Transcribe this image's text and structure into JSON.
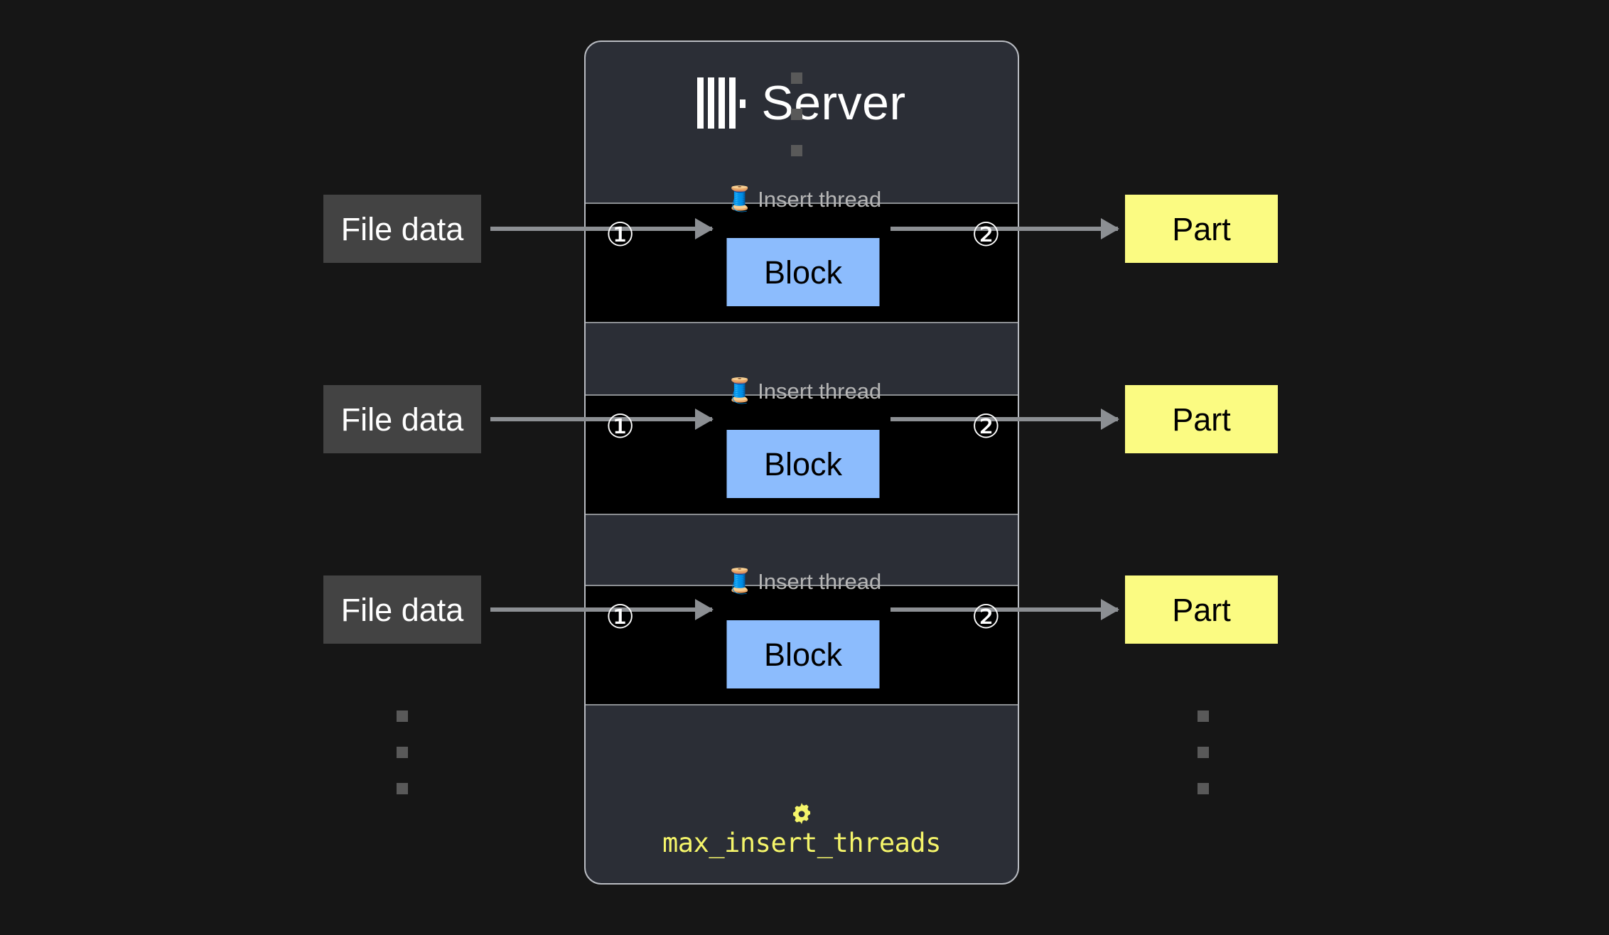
{
  "background_color": "#161616",
  "server": {
    "title": "Server",
    "logo_icon": "clickhouse-logo-icon",
    "panel_color": "#2b2e36",
    "panel_border_color": "#b9bcc2",
    "setting": {
      "gear_icon": "gear-icon",
      "name": "max_insert_threads",
      "color": "#f5f56a"
    }
  },
  "threads": [
    {
      "label": "Insert thread",
      "spool_icon": "thread-spool-icon",
      "step_in": "①",
      "step_out": "②",
      "block_label": "Block",
      "block_color": "#8cbcfd"
    },
    {
      "label": "Insert thread",
      "spool_icon": "thread-spool-icon",
      "step_in": "①",
      "step_out": "②",
      "block_label": "Block",
      "block_color": "#8cbcfd"
    },
    {
      "label": "Insert thread",
      "spool_icon": "thread-spool-icon",
      "step_in": "①",
      "step_out": "②",
      "block_label": "Block",
      "block_color": "#8cbcfd"
    }
  ],
  "inputs": [
    {
      "label": "File data",
      "color": "#434343"
    },
    {
      "label": "File data",
      "color": "#434343"
    },
    {
      "label": "File data",
      "color": "#434343"
    }
  ],
  "outputs": [
    {
      "label": "Part",
      "color": "#fbfb82"
    },
    {
      "label": "Part",
      "color": "#fbfb82"
    },
    {
      "label": "Part",
      "color": "#fbfb82"
    }
  ],
  "ellipsis": {
    "dot_count": 3,
    "dot_color": "#595959"
  },
  "arrow_color": "#8c8f93"
}
